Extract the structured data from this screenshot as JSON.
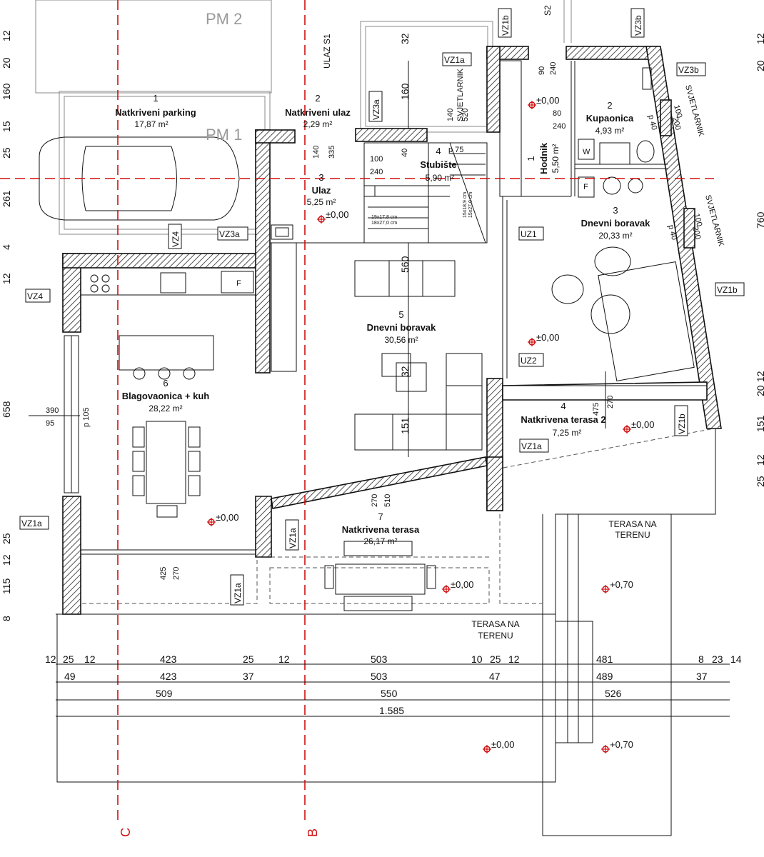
{
  "axes": {
    "c": "C",
    "b": "B"
  },
  "parking": {
    "pm1": "PM 1",
    "pm2": "PM 2"
  },
  "rooms": [
    {
      "num": "1",
      "name": "Natkriveni parking",
      "area": "17,87 m²"
    },
    {
      "num": "2",
      "name": "Natkriveni ulaz",
      "area": "2,29 m²"
    },
    {
      "num": "3",
      "name": "Ulaz",
      "area": "5,25 m²"
    },
    {
      "num": "4",
      "name": "Stubište",
      "area": "5,90 m²"
    },
    {
      "num": "5",
      "name": "Dnevni boravak",
      "area": "30,56 m²"
    },
    {
      "num": "6",
      "name": "Blagovaonica + kuh",
      "area": "28,22 m²"
    },
    {
      "num": "7",
      "name": "Natkrivena terasa",
      "area": "26,17 m²"
    },
    {
      "num": "1",
      "name": "Hodnik",
      "area": "5,50 m²"
    },
    {
      "num": "2",
      "name": "Kupaonica",
      "area": "4,93 m²"
    },
    {
      "num": "3",
      "name": "Dnevni boravak",
      "area": "20,33 m²"
    },
    {
      "num": "4",
      "name": "Natkrivena terasa 2",
      "area": "7,25 m²"
    }
  ],
  "terraces": {
    "upper": [
      "TERASA NA",
      "TERENU"
    ],
    "lower": [
      "TERASA NA",
      "TERENU"
    ]
  },
  "tags": {
    "vz1a": "VZ1a",
    "vz1b": "VZ1b",
    "vz3a": "VZ3a",
    "vz3b": "VZ3b",
    "vz4": "VZ4",
    "uz1": "UZ1",
    "uz2": "UZ2",
    "ulaz": "ULAZ S1",
    "s2": "S2",
    "svjetlarnik": "SVJETLARNIK"
  },
  "elevations": {
    "zero": "±0,00",
    "plus70": "+0,70"
  },
  "dims": {
    "row1": [
      "12",
      "25",
      "12",
      "423",
      "25",
      "12",
      "503",
      "10",
      "25",
      "12",
      "481",
      "8",
      "23",
      "14"
    ],
    "row2": [
      "49",
      "423",
      "37",
      "503",
      "47",
      "489",
      "37"
    ],
    "row3": [
      "509",
      "550",
      "526"
    ],
    "row4": [
      "1.585"
    ],
    "left": [
      "20",
      "12",
      "160",
      "15",
      "25",
      "261",
      "12",
      "4",
      "658",
      "25",
      "12",
      "115",
      "8"
    ],
    "right": [
      "20",
      "12",
      "760",
      "12",
      "20",
      "151",
      "12",
      "25"
    ],
    "inner": [
      "32",
      "160",
      "140",
      "520",
      "p 75",
      "100",
      "240",
      "40",
      "140",
      "335",
      "560",
      "32",
      "151",
      "510",
      "270",
      "475",
      "270",
      "90",
      "240",
      "80",
      "240",
      "100",
      "200",
      "p 40",
      "100",
      "200",
      "p 40",
      "390",
      "95",
      "p 105",
      "425",
      "270",
      "19x17,8 cm",
      "18x27,0 cm",
      "15x18,9 cm",
      "15x27,0 cm"
    ]
  }
}
